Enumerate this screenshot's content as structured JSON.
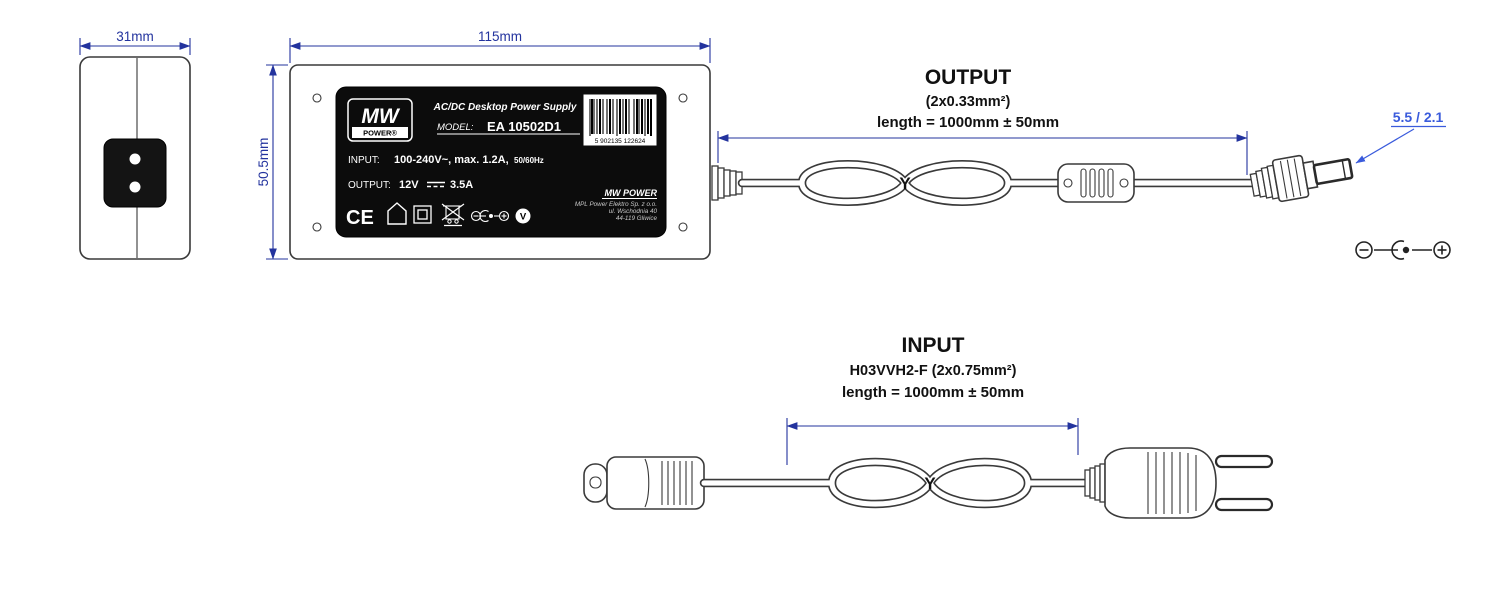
{
  "colors": {
    "dimension_blue": "#23339e",
    "callout_blue": "#3a5bdc",
    "label_background": "#0c0c0c",
    "line_dark": "#3a3a3a"
  },
  "side_view": {
    "width_dim": "31mm"
  },
  "top_view": {
    "width_dim": "115mm",
    "height_dim": "50.5mm"
  },
  "label": {
    "brand_top": "MW",
    "brand_bottom": "POWER®",
    "product_type": "AC/DC Desktop Power Supply",
    "model_label": "MODEL:",
    "model_value": "EA 10502D1",
    "barcode_digits": "5 902135 122624",
    "input_label": "INPUT:",
    "input_value": "100-240V~, max. 1.2A,",
    "input_frequency": "50/60Hz",
    "output_label": "OUTPUT:",
    "output_voltage": "12V",
    "output_current": "3.5A",
    "ce_mark": "CE",
    "efficiency_mark": "V",
    "company_name": "MW POWER",
    "company_address_1": "MPL Power Elektro Sp. z o.o.",
    "company_address_2": "ul. Wschodnia 40",
    "company_address_3": "44-119 Gliwice"
  },
  "output_section": {
    "title": "OUTPUT",
    "wire_spec": "(2x0.33mm²)",
    "length_dim": "length = 1000mm ± 50mm",
    "plug_size": "5.5 / 2.1",
    "cable_mark": "Y"
  },
  "input_section": {
    "title": "INPUT",
    "wire_spec": "H03VVH2-F (2x0.75mm²)",
    "length_dim": "length = 1000mm ± 50mm",
    "cable_mark": "Y"
  }
}
